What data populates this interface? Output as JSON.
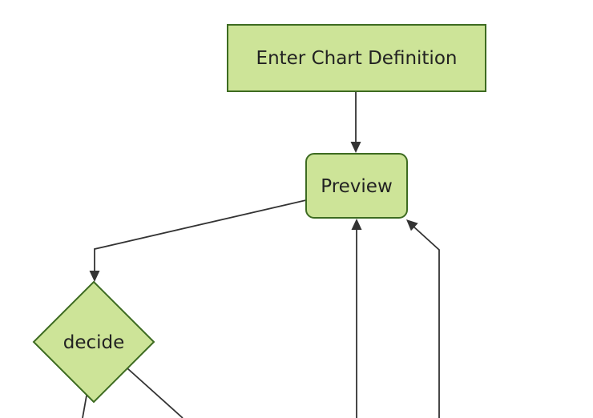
{
  "diagram": {
    "type": "flowchart",
    "direction": "top-down",
    "colors": {
      "node_fill": "#cde498",
      "node_border": "#3d6b21",
      "edge": "#333333",
      "text": "#222222",
      "background": "#ffffff"
    },
    "nodes": [
      {
        "id": "enter-chart-definition",
        "label": "Enter Chart Definition",
        "shape": "rectangle"
      },
      {
        "id": "preview",
        "label": "Preview",
        "shape": "rounded-rectangle"
      },
      {
        "id": "decide",
        "label": "decide",
        "shape": "diamond"
      }
    ],
    "edges": [
      {
        "from": "enter-chart-definition",
        "to": "preview",
        "style": "arrow"
      },
      {
        "from": "preview",
        "to": "decide",
        "style": "arrow-elbow"
      },
      {
        "from": "offscreen-bottom-center",
        "to": "preview",
        "style": "arrow"
      },
      {
        "from": "offscreen-bottom-right",
        "to": "preview",
        "style": "arrow-elbow"
      },
      {
        "from": "decide",
        "to": "offscreen-bottom-left",
        "style": "line"
      },
      {
        "from": "decide",
        "to": "offscreen-bottom-right",
        "style": "line"
      }
    ]
  }
}
